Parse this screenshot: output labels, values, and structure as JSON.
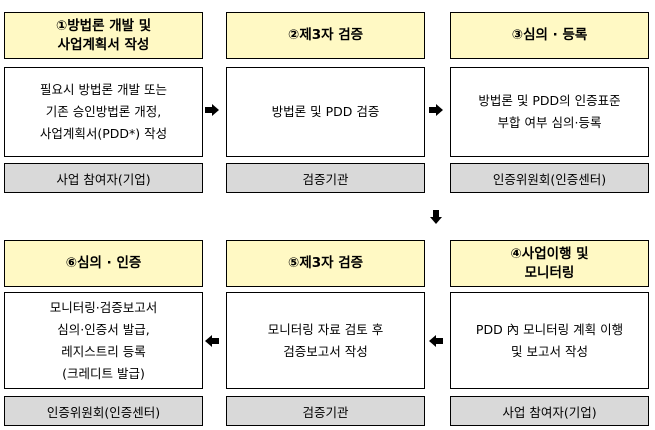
{
  "steps": [
    {
      "header": "①방법론 개발 및\n사업계획서 작성",
      "body": "필요시 방법론 개발 또는\n기존 승인방법론 개정,\n사업계획서(PDD*) 작성",
      "footer": "사업 참여자(기업)"
    },
    {
      "header": "②제3자 검증",
      "body": "방법론 및 PDD 검증",
      "footer": "검증기관"
    },
    {
      "header": "③심의 · 등록",
      "body": "방법론 및 PDD의 인증표준\n부합 여부 심의·등록",
      "footer": "인증위원회(인증센터)"
    },
    {
      "header": "④사업이행 및\n모니터링",
      "body": "PDD 內 모니터링 계획 이행\n및 보고서 작성",
      "footer": "사업 참여자(기업)"
    },
    {
      "header": "⑤제3자 검증",
      "body": "모니터링 자료 검토 후\n검증보고서 작성",
      "footer": "검증기관"
    },
    {
      "header": "⑥심의 · 인증",
      "body": "모니터링·검증보고서\n심의·인증서 발급,\n레지스트리 등록\n(크레디트 발급)",
      "footer": "인증위원회(인증센터)"
    }
  ],
  "colors": {
    "header_bg": "#fff9c4",
    "footer_bg": "#d9d9d9",
    "border": "#000000"
  },
  "arrows": [
    "right-arrow",
    "right-arrow",
    "down-arrow",
    "left-arrow",
    "left-arrow"
  ]
}
